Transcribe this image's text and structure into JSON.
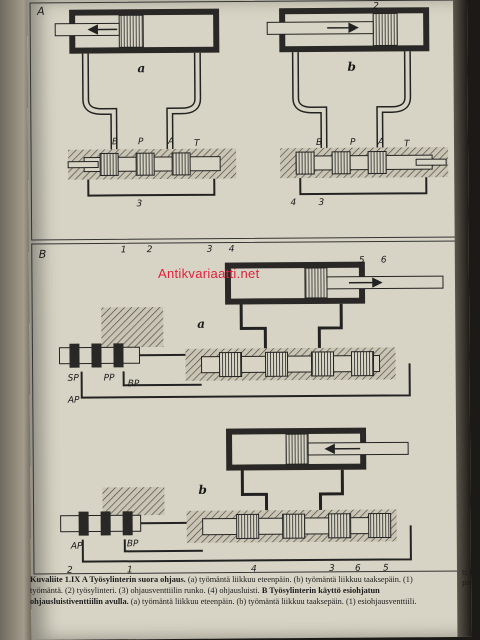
{
  "watermark": "Antikvariaatti.net",
  "diagram": {
    "panel_a": "A",
    "panel_b": "B",
    "sub_a": "a",
    "sub_b": "b",
    "n1": "1",
    "n2": "2",
    "n3": "3",
    "n4": "4",
    "n5": "5",
    "n6": "6",
    "port_a": "A",
    "port_b": "B",
    "port_p": "P",
    "port_t": "T",
    "port_sp": "SP",
    "port_pp": "PP",
    "port_bp": "BP",
    "port_ap": "AP"
  },
  "caption": {
    "figure_label": "Kuvaliite 1.IX",
    "heading_a": "A Työsylinterin suora ohjaus.",
    "text_a": "(a) työmäntä liikkuu eteenpäin. (b) työmäntä liikkuu taaksepäin. (1) työmäntä. (2) työsylinteri. (3) ohjausventtiilin runko. (4) ohjausluisti.",
    "heading_b": "B Työsylinterin käyttö esiohjatun ohjausluistiventtiilin avulla.",
    "text_b": "(a) työmäntä liikkuu eteenpäin. (b) työmäntä liikkuu taaksepäin. (1) esiohjausventtiili."
  },
  "facing_text": "ti ta pa"
}
